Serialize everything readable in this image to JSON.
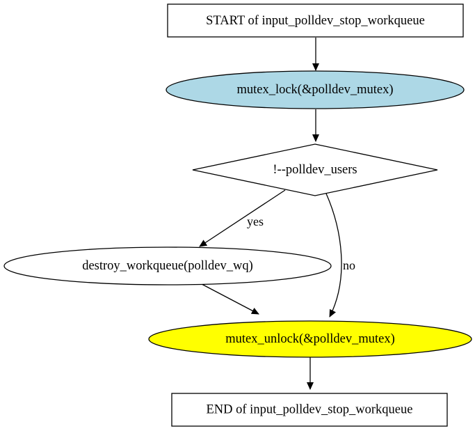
{
  "nodes": {
    "start": {
      "label": "START of input_polldev_stop_workqueue"
    },
    "lock": {
      "label": "mutex_lock(&polldev_mutex)",
      "fill": "#add8e6"
    },
    "decision": {
      "label": "!--polldev_users"
    },
    "destroy": {
      "label": "destroy_workqueue(polldev_wq)"
    },
    "unlock": {
      "label": "mutex_unlock(&polldev_mutex)",
      "fill": "#ffff00"
    },
    "end": {
      "label": "END of input_polldev_stop_workqueue"
    }
  },
  "edges": {
    "yes_label": "yes",
    "no_label": "no"
  },
  "colors": {
    "stroke": "#000000",
    "background": "#ffffff"
  }
}
